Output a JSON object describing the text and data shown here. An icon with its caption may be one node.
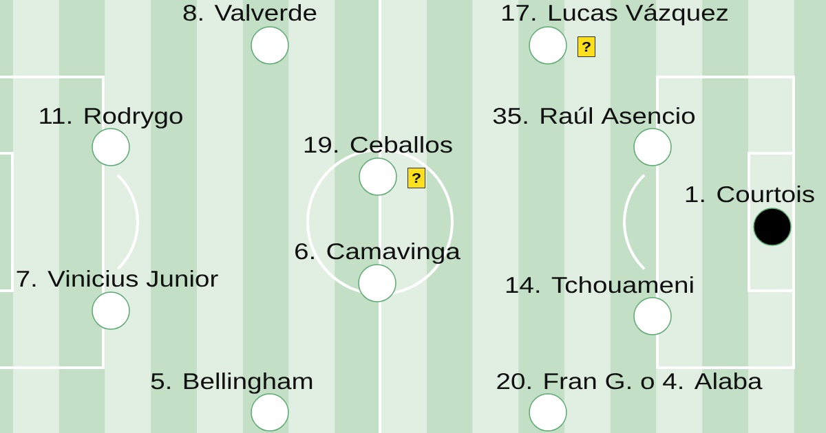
{
  "diagram": {
    "nodes": [
      {
        "text": [
          "8. Valverde"
        ]
      },
      {
        "text": [
          "17. Lucas Vázquez"
        ]
      },
      {
        "text": [
          "?"
        ]
      },
      {
        "text": [
          "11. Rodrygo"
        ]
      },
      {
        "text": [
          "35. Raúl Asencio"
        ]
      },
      {
        "text": [
          "19. Ceballos"
        ]
      },
      {
        "text": [
          "?"
        ]
      },
      {
        "text": [
          "1. Courtois"
        ]
      },
      {
        "text": [
          "6. Camavinga"
        ]
      },
      {
        "text": [
          "7. Vinicius Junior"
        ]
      },
      {
        "text": [
          "14. Tchouameni"
        ]
      },
      {
        "text": [
          "5. Bellingham"
        ]
      },
      {
        "text": [
          "20. Fran G. o 4. Alaba"
        ]
      }
    ]
  }
}
